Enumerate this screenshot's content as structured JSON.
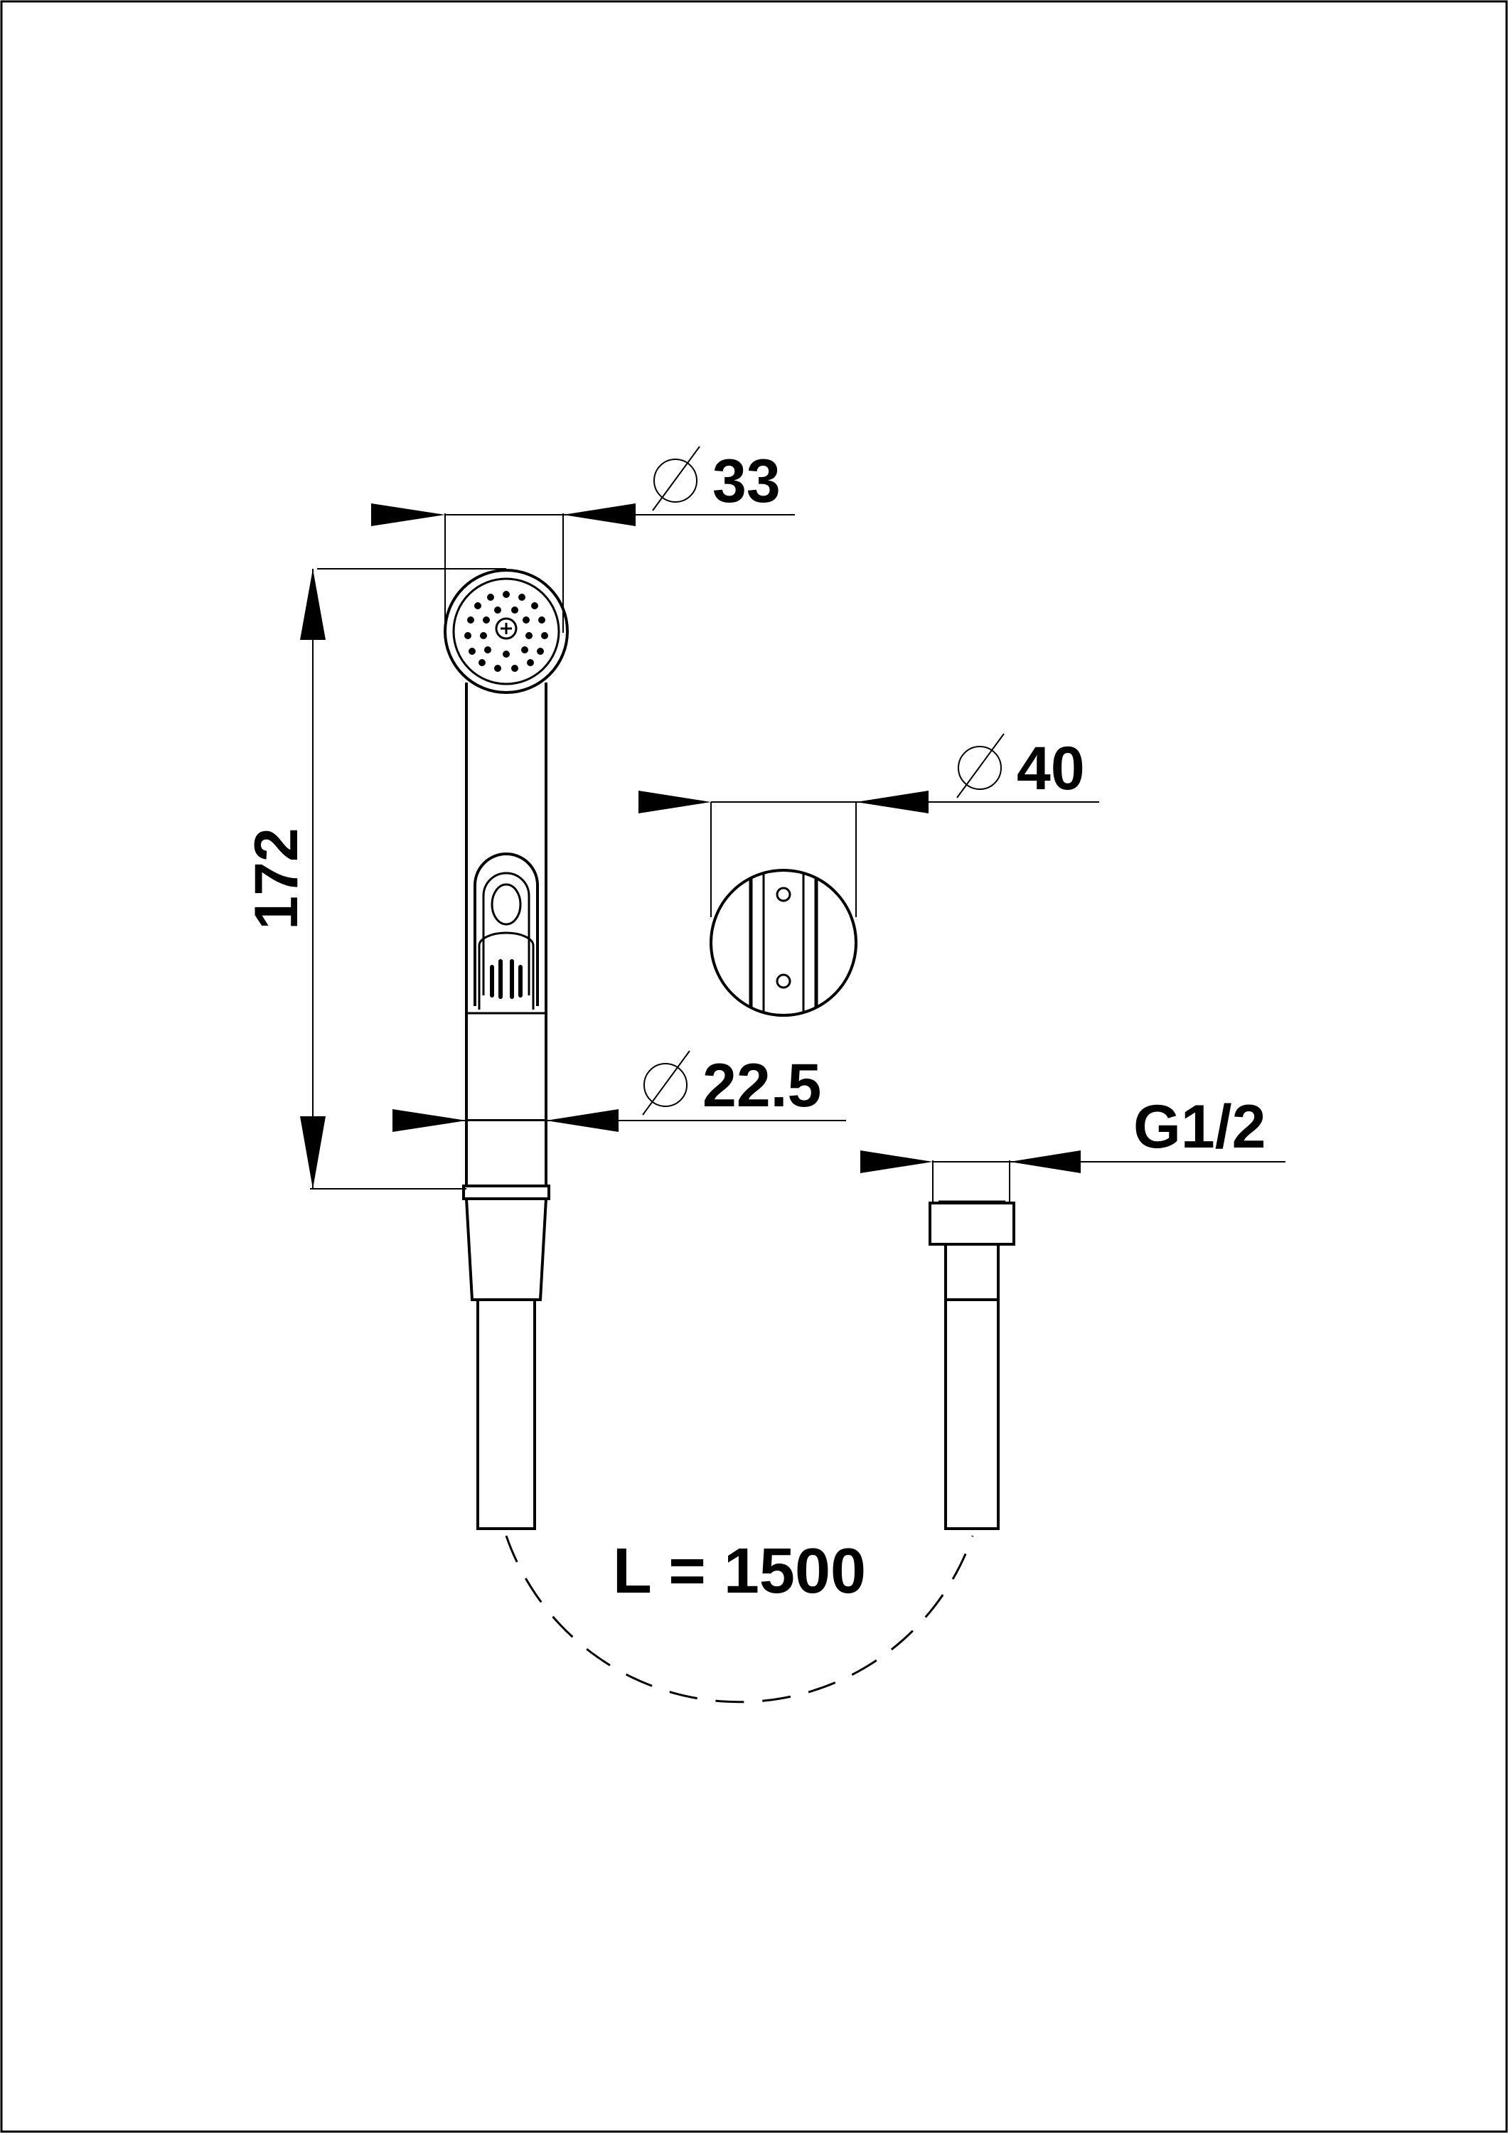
{
  "dimensions": {
    "spray_head_diameter": {
      "symbol": "⌀",
      "value": "33"
    },
    "holder_diameter": {
      "symbol": "⌀",
      "value": "40"
    },
    "handle_diameter": {
      "symbol": "⌀",
      "value": "22.5"
    },
    "handset_height": {
      "value": "172"
    },
    "connection_thread": {
      "value": "G1/2"
    },
    "hose_length": {
      "value": "L = 1500"
    }
  },
  "colors": {
    "line": "#000000",
    "background": "#ffffff"
  }
}
